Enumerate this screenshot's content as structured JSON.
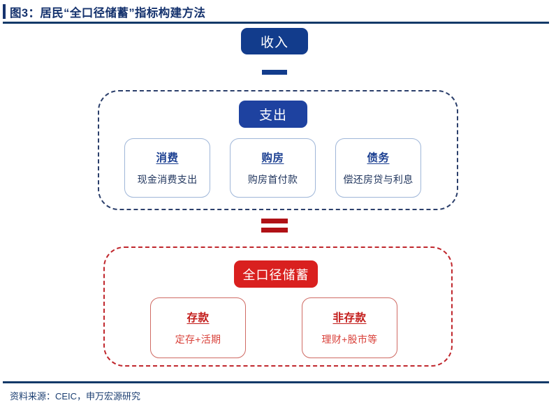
{
  "header": {
    "title": "图3：居民“全口径储蓄”指标构建方法"
  },
  "footer": {
    "source": "资料来源：CEIC，申万宏源研究"
  },
  "diagram": {
    "income": {
      "label": "收入"
    },
    "operator_minus": "−",
    "operator_equals": "=",
    "expense_group": {
      "header": {
        "label": "支出"
      },
      "cards": [
        {
          "title": "消费",
          "subtitle": "现金消费支出"
        },
        {
          "title": "购房",
          "subtitle": "购房首付款"
        },
        {
          "title": "债务",
          "subtitle": "偿还房贷与利息"
        }
      ]
    },
    "savings_group": {
      "header": {
        "label": "全口径储蓄"
      },
      "cards": [
        {
          "title": "存款",
          "subtitle": "定存+活期"
        },
        {
          "title": "非存款",
          "subtitle": "理财+股市等"
        }
      ]
    }
  },
  "colors": {
    "navy": "#16336e",
    "income_blue": "#123c8c",
    "expense_blue": "#1e42a0",
    "savings_red": "#d9201f",
    "equals_red": "#b01116",
    "dashed_blue": "#2b3f6b",
    "dashed_red": "#c0272d"
  }
}
